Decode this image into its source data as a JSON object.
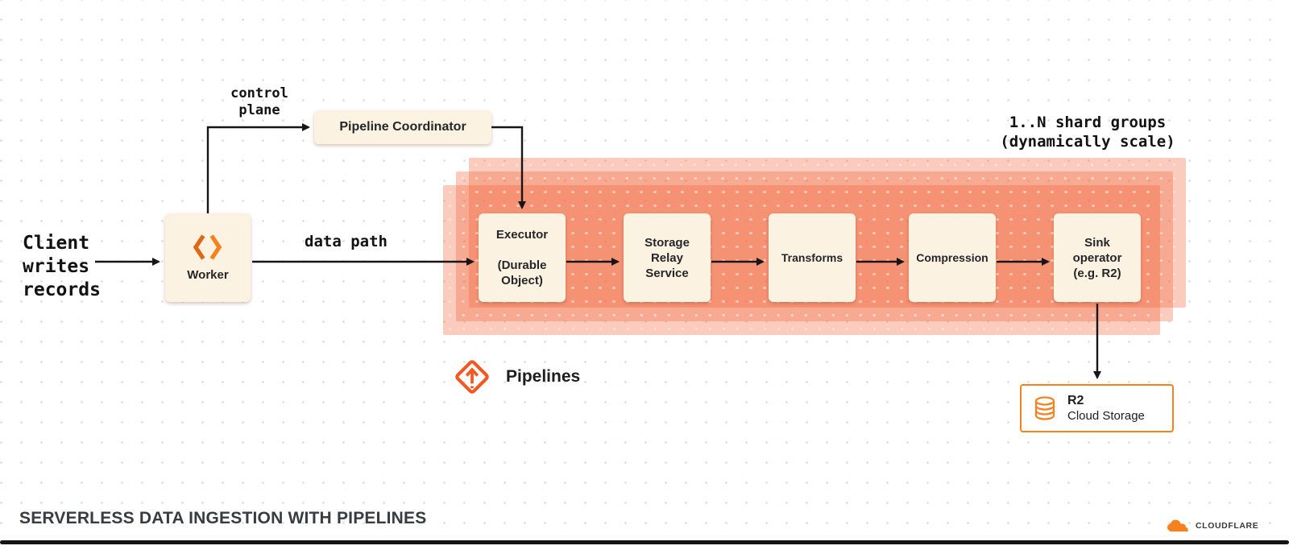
{
  "diagram": {
    "client_label": "Client\nwrites\nrecords",
    "worker": {
      "label": "Worker"
    },
    "control_plane_label": "control\nplane",
    "data_path_label": "data path",
    "coordinator_label": "Pipeline Coordinator",
    "shard_note": "1..N shard groups\n(dynamically scale)",
    "stages": [
      {
        "id": "executor",
        "label": "Executor\n\n(Durable Object)"
      },
      {
        "id": "storage-relay",
        "label": "Storage\nRelay\nService"
      },
      {
        "id": "transforms",
        "label": "Transforms"
      },
      {
        "id": "compression",
        "label": "Compression"
      },
      {
        "id": "sink-operator",
        "label": "Sink\noperator\n(e.g. R2)"
      }
    ],
    "pipelines_label": "Pipelines",
    "r2": {
      "title": "R2",
      "subtitle": "Cloud Storage"
    }
  },
  "footer": {
    "title": "SERVERLESS DATA INGESTION WITH PIPELINES",
    "brand": "CLOUDFLARE"
  },
  "colors": {
    "accent_orange": "#F6821F",
    "pipelines_orange": "#F15822",
    "shard_salmon": "#F3673E",
    "panel_cream": "#FBF2E1",
    "line_black": "#161616"
  }
}
